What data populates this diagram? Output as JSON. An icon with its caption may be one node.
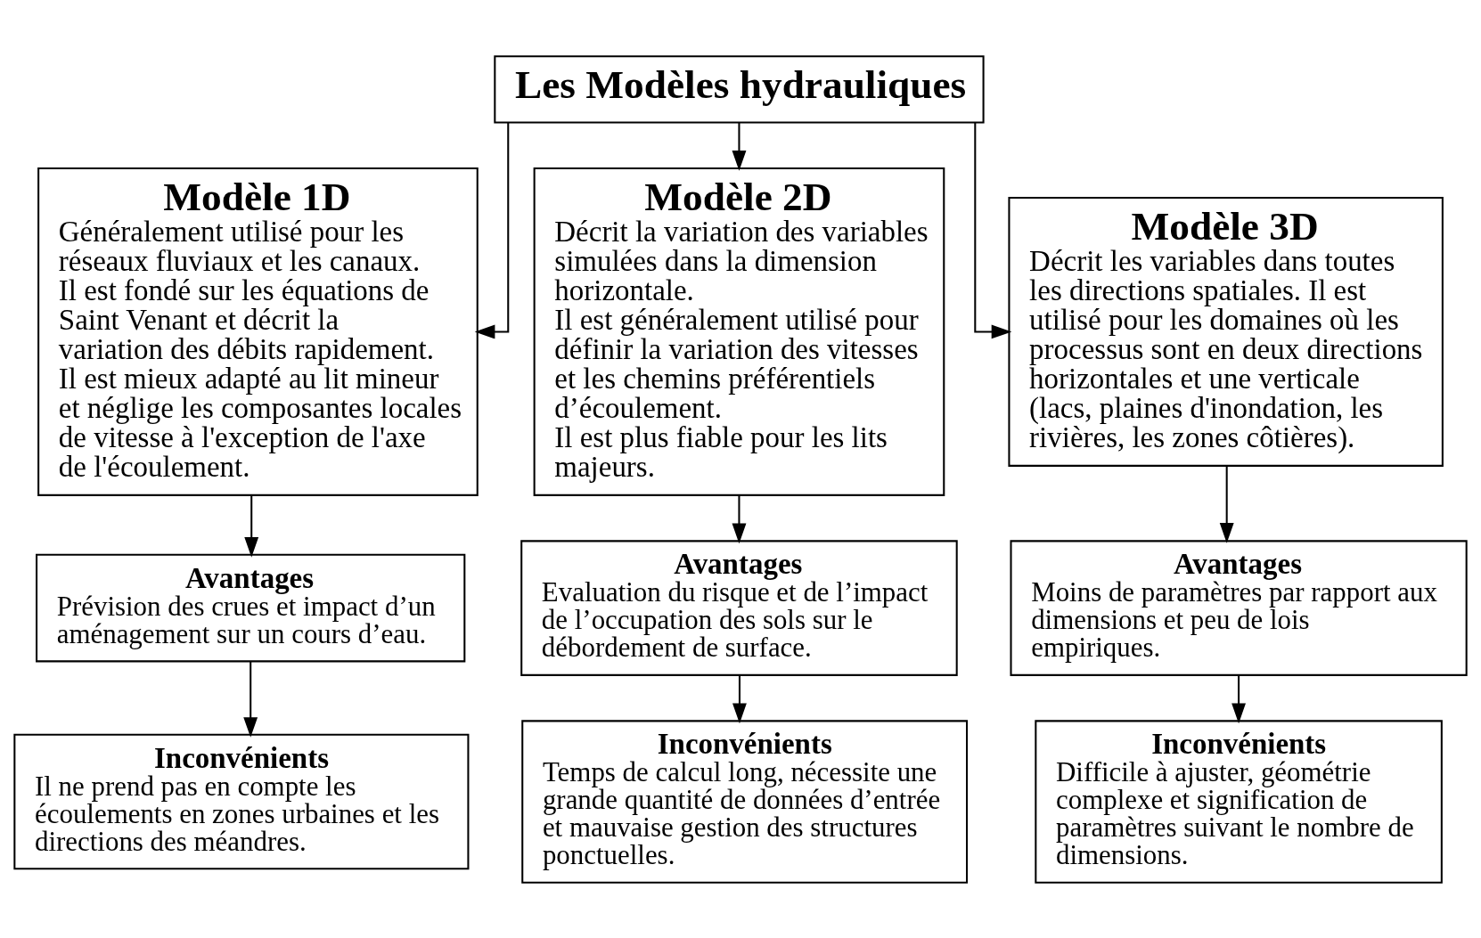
{
  "diagram": {
    "nodes": [
      {
        "text": [
          "Les Modèles hydrauliques"
        ]
      },
      {
        "text": [
          "Modèle 1D",
          "Généralement utilisé pour les réseaux fluviaux et les canaux.",
          "Il est fondé sur les équations de Saint Venant et décrit la variation des débits rapidement.",
          "Il est mieux adapté au lit mineur et néglige les composantes locales de vitesse à l'exception de l'axe de l'écoulement."
        ]
      },
      {
        "text": [
          "Avantages",
          "Prévision des crues et impact d’un aménagement sur un cours d’eau."
        ]
      },
      {
        "text": [
          "Inconvénients",
          "Il ne prend pas en compte les écoulements en zones urbaines et les directions des méandres."
        ]
      },
      {
        "text": [
          "Modèle 2D",
          "Décrit la variation des variables simulées dans la dimension horizontale.",
          "Il est généralement utilisé pour définir la variation des vitesses et les chemins préférentiels d’écoulement.",
          "Il est plus fiable pour les lits majeurs."
        ]
      },
      {
        "text": [
          "Avantages",
          "Evaluation du risque et de l’impact de l’occupation des sols sur le débordement de surface."
        ]
      },
      {
        "text": [
          "Inconvénients",
          "Temps de calcul long, nécessite une grande quantité de données d’entrée et mauvaise gestion des structures ponctuelles."
        ]
      },
      {
        "text": [
          "Modèle 3D",
          "Décrit les variables dans toutes les directions spatiales. Il est utilisé pour les domaines où les processus sont en deux directions horizontales et une verticale (lacs, plaines d'inondation, les rivières, les zones côtières)."
        ]
      },
      {
        "text": [
          "Avantages",
          "Moins de paramètres par rapport aux dimensions et peu de lois empiriques."
        ]
      },
      {
        "text": [
          "Inconvénients",
          "Difficile à ajuster, géométrie complexe et signification de paramètres suivant le nombre de dimensions."
        ]
      }
    ],
    "edges": [
      {
        "from": 0,
        "to": 1,
        "arrow": "to"
      },
      {
        "from": 0,
        "to": 4,
        "arrow": "to"
      },
      {
        "from": 0,
        "to": 7,
        "arrow": "to"
      },
      {
        "from": 1,
        "to": 2,
        "arrow": "to"
      },
      {
        "from": 2,
        "to": 3,
        "arrow": "to"
      },
      {
        "from": 4,
        "to": 5,
        "arrow": "to"
      },
      {
        "from": 5,
        "to": 6,
        "arrow": "to"
      },
      {
        "from": 7,
        "to": 8,
        "arrow": "to"
      },
      {
        "from": 8,
        "to": 9,
        "arrow": "to"
      }
    ]
  }
}
